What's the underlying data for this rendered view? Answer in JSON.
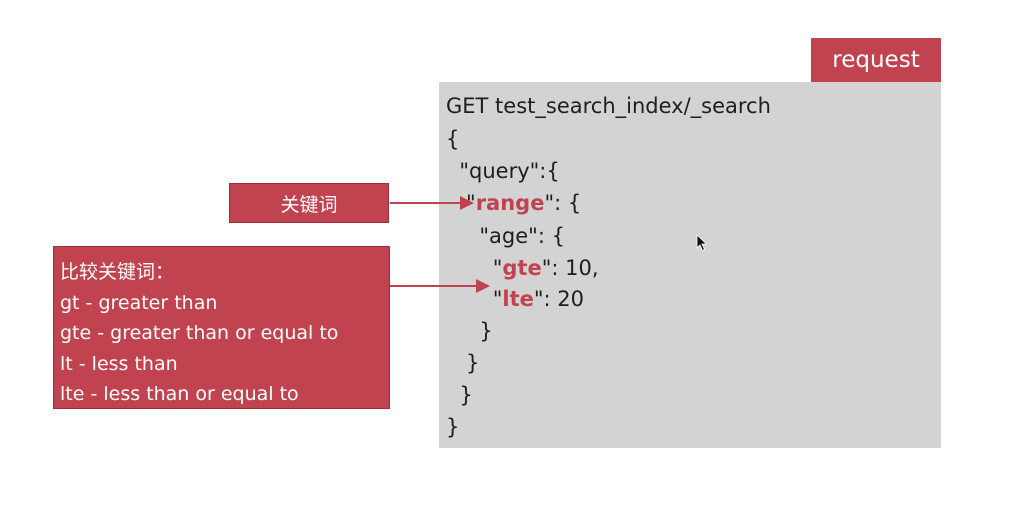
{
  "request_label": "request",
  "code": {
    "line1": "GET test_search_index/_search",
    "line2": "{",
    "line3": "  \"query\":{",
    "line4": {
      "indent": "   \"",
      "key": "range",
      "rest": "\": {"
    },
    "line5": "     \"age\": {",
    "line6": {
      "indent": "       \"",
      "key": "gte",
      "rest": "\": 10,"
    },
    "line7": {
      "indent": "       \"",
      "key": "lte",
      "rest": "\": 20"
    },
    "line8": "     }",
    "line9": "   }",
    "line10": "  }",
    "line11": "}"
  },
  "keyword_label": "关键词",
  "compare": {
    "title": "比较关键词：",
    "items": [
      "gt - greater than",
      "gte - greater than or equal to",
      "lt - less than",
      "lte - less than or equal to"
    ]
  },
  "colors": {
    "accent": "#c0434f",
    "code_bg": "#d3d3d3"
  },
  "icons": {
    "cursor": "mouse-pointer-icon"
  }
}
